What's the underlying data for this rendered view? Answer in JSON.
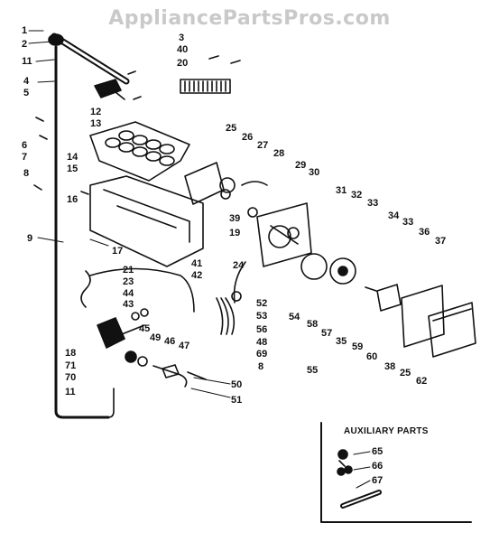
{
  "watermark": "AppliancePartsPros.com",
  "auxiliary_title": "AUXILIARY PARTS",
  "callouts": {
    "c1": "1",
    "c2": "2",
    "c11a": "11",
    "c4": "4",
    "c5": "5",
    "c12": "12",
    "c13": "13",
    "c6": "6",
    "c7": "7",
    "c14": "14",
    "c15": "15",
    "c8": "8",
    "c16": "16",
    "c9": "9",
    "c17": "17",
    "c3": "3",
    "c40": "40",
    "c20": "20",
    "c25a": "25",
    "c26": "26",
    "c27": "27",
    "c28": "28",
    "c29": "29",
    "c30": "30",
    "c31": "31",
    "c32": "32",
    "c33a": "33",
    "c34": "34",
    "c33b": "33",
    "c36": "36",
    "c37": "37",
    "c39": "39",
    "c19": "19",
    "c41": "41",
    "c42": "42",
    "c24": "24",
    "c21": "21",
    "c23": "23",
    "c44": "44",
    "c43": "43",
    "c52": "52",
    "c53": "53",
    "c56": "56",
    "c48": "48",
    "c69": "69",
    "c8b": "8",
    "c54": "54",
    "c58": "58",
    "c57": "57",
    "c35": "35",
    "c59": "59",
    "c60": "60",
    "c38": "38",
    "c25b": "25",
    "c62": "62",
    "c55": "55",
    "c45": "45",
    "c49": "49",
    "c46": "46",
    "c47": "47",
    "c18": "18",
    "c71": "71",
    "c70": "70",
    "c11b": "11",
    "c50": "50",
    "c51": "51",
    "c65": "65",
    "c66": "66",
    "c67": "67"
  }
}
